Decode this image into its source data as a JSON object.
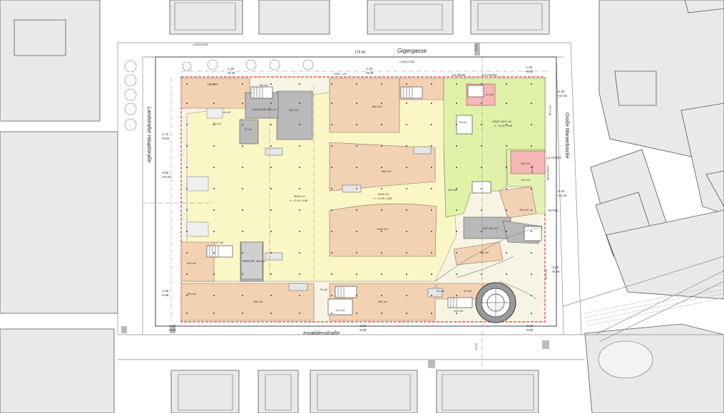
{
  "streets": {
    "top": "Gigergasse",
    "bottom": "Invalidenstraße",
    "left": "Landstraßer Hauptstraße",
    "right": "Große Marxerbrücke"
  },
  "markers": {
    "ladezone_top_left": "LADEZONE",
    "ladezone_top_mid": "LADEZONE",
    "ladezone_right": "LADEZONE",
    "dim_top": "179.40",
    "dim_right_top": "20.50",
    "dim_right_low": "20.00",
    "grz_uh": "GRZ - UH",
    "lz_spar": "LZ SPAR",
    "lz_hotel_top": "LZ HOTEL",
    "lz_hotel_right": "LZ HOTEL",
    "hotel": "HOTEL",
    "kp_rt_1": "KP 8.35",
    "kp_rt_2": "KP 8.45"
  },
  "elevations": [
    {
      "id": "top-left",
      "a": "-1.20",
      "b": "+8.48"
    },
    {
      "id": "top-mid",
      "a": "-1.20",
      "b": "+8.48"
    },
    {
      "id": "top-right",
      "a": "-1.00",
      "b": "+9.68"
    },
    {
      "id": "right-1",
      "a": "-0.40",
      "b": "+10.25"
    },
    {
      "id": "right-2",
      "a": "-0.40",
      "b": "+10.26"
    },
    {
      "id": "right-3",
      "a": "-0.80",
      "b": "+9.88"
    },
    {
      "id": "left-1",
      "a": "-1.10",
      "b": "+9.50"
    },
    {
      "id": "left-2",
      "a": "-0.65",
      "b": "+10.03"
    },
    {
      "id": "left-3",
      "a": "-1.80",
      "b": "-9.88"
    },
    {
      "id": "bottom-left",
      "a": "-1.70",
      "b": "-8.98"
    },
    {
      "id": "bottom-mid",
      "a": "-1.60",
      "b": "-8.68"
    },
    {
      "id": "bottom-right",
      "a": "-1.60",
      "b": "-9.69"
    }
  ],
  "rooms": {
    "spar": "SPAR 1874 m2",
    "spar_sub": "+/- +0.00 -9.85",
    "central": "3640 m2",
    "central_sub": "+/- +0.00 -9.88",
    "diag1": "888 m2",
    "diag2": "3060 m2",
    "diag2_sub": "+/- +0.00 -9.88",
    "curved": "1000 m2",
    "top_mid": "880 m2",
    "wc_klein": "WC/KLEIN 550 m2",
    "gray_top": "380 m2",
    "small_top": "18 m2",
    "small_top2": "90 m2",
    "gray_left": "73 m2",
    "hotel_pink": "350 m2",
    "hotel_pink_top": "20 m2",
    "pink_right": "142 m2",
    "orange_right1": "540 m2",
    "orange_right2": "328 m2",
    "caf": "CAF 340 m2",
    "left_orange": "400 m2",
    "left_shop": "137 m2",
    "lower_gray": "NEBENR. 468 m2",
    "bottom1": "450 m2",
    "bottom2": "75 m2",
    "bottom3": "350 m2",
    "bottom4": "130 m2",
    "bottom5": "40 m2",
    "bottom6": "126 m2",
    "bottom7": "40 m2",
    "bottom8": "55 m2",
    "bottom9": "280 m2",
    "stair_top": "TREPPE",
    "stair_mid": "7.8 m2",
    "elev_right": "10 m2",
    "strip": "48 m2"
  }
}
